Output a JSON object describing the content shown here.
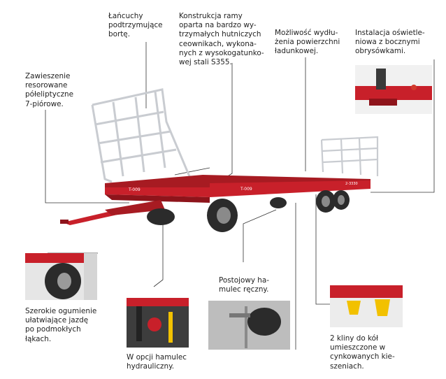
{
  "captions": {
    "chains": "Łańcuchy\npodtrzymujące\nbortę.",
    "frame": "Konstrukcja ramy\noparta na bardzo wy-\ntrzymałych hutniczych\nceownikach, wykona-\nnych z wysokogatunko-\nwej stali S355.",
    "extension": "Możliwość wydłu-\nżenia powierzchni\nładunkowej.",
    "lighting": "Instalacja oświetle-\nniowa z bocznymi\nobrysówkami.",
    "suspension": "Zawieszenie\nresorowane\npółeliptyczne\n7-piórowe.",
    "tyres": "Szerokie ogumienie\nułatwiające jazdę\npo podmokłych\nłąkach.",
    "hydraulic_brake": "W opcji hamulec\nhydrauliczny.",
    "parking_brake": "Postojowy ha-\nmulec ręczny.",
    "chocks": "2 kliny do kół\numieszczone w\ncynkowanych kie-\nszeniach."
  },
  "trailer_labels": {
    "brand_left": "T-009",
    "brand_mid": "T-009",
    "brand_right": "2-3330"
  },
  "colors": {
    "trailer_red": "#c8202a",
    "dark_red": "#8e141b",
    "ladder_silver": "#c9ccd1",
    "tyre": "#2b2b2b",
    "leader_line": "#333333",
    "chock_yellow": "#f2c100"
  },
  "icons": {
    "trailer": "bale-trailer-illustration"
  }
}
